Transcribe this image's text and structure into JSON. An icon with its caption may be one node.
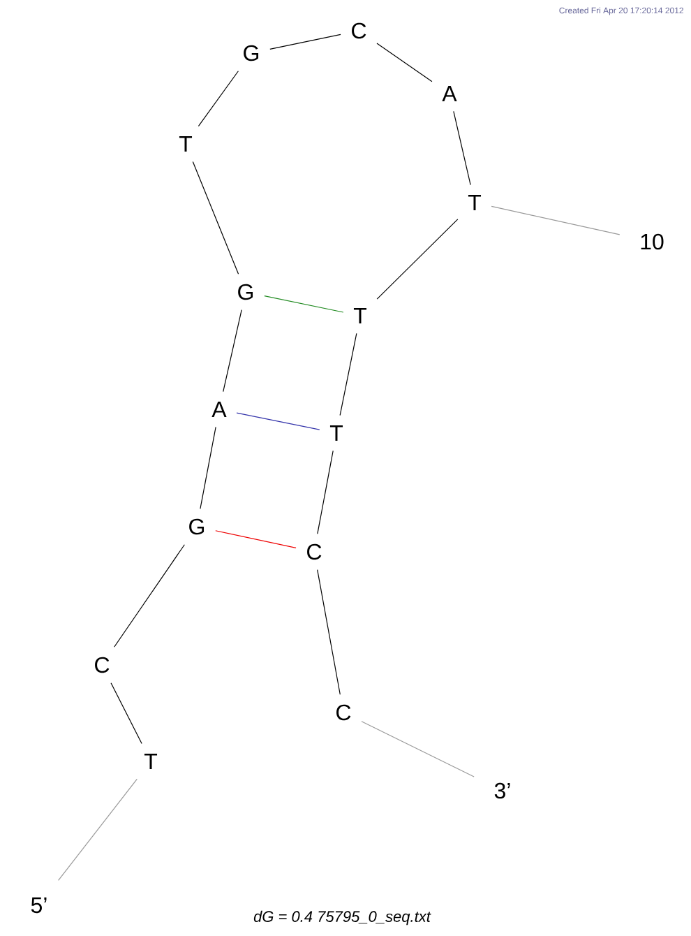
{
  "diagram": {
    "caption": "dG = 0.4 75795_0_seq.txt",
    "nodes": [
      {
        "text": [
          "T"
        ]
      },
      {
        "text": [
          "C"
        ]
      },
      {
        "text": [
          "G"
        ]
      },
      {
        "text": [
          "A"
        ]
      },
      {
        "text": [
          "G"
        ]
      },
      {
        "text": [
          "T"
        ]
      },
      {
        "text": [
          "G"
        ]
      },
      {
        "text": [
          "C"
        ]
      },
      {
        "text": [
          "A"
        ]
      },
      {
        "text": [
          "T"
        ]
      },
      {
        "text": [
          "T"
        ]
      },
      {
        "text": [
          "T"
        ]
      },
      {
        "text": [
          "C"
        ]
      },
      {
        "text": [
          "C"
        ]
      },
      {
        "text": [
          "5’"
        ]
      },
      {
        "text": [
          "3’"
        ]
      },
      {
        "text": [
          "10"
        ]
      }
    ],
    "edges": [
      {
        "from": 0,
        "to": 1,
        "arrow": "none"
      },
      {
        "from": 1,
        "to": 2,
        "arrow": "none"
      },
      {
        "from": 2,
        "to": 3,
        "arrow": "none"
      },
      {
        "from": 3,
        "to": 4,
        "arrow": "none"
      },
      {
        "from": 4,
        "to": 5,
        "arrow": "none"
      },
      {
        "from": 5,
        "to": 6,
        "arrow": "none"
      },
      {
        "from": 6,
        "to": 7,
        "arrow": "none"
      },
      {
        "from": 7,
        "to": 8,
        "arrow": "none"
      },
      {
        "from": 8,
        "to": 9,
        "arrow": "none"
      },
      {
        "from": 9,
        "to": 10,
        "arrow": "none"
      },
      {
        "from": 10,
        "to": 11,
        "arrow": "none"
      },
      {
        "from": 11,
        "to": 12,
        "arrow": "none"
      },
      {
        "from": 12,
        "to": 13,
        "arrow": "none"
      },
      {
        "from": 4,
        "to": 10,
        "arrow": "none",
        "color": "#228b22"
      },
      {
        "from": 3,
        "to": 11,
        "arrow": "none",
        "color": "#3333aa"
      },
      {
        "from": 2,
        "to": 12,
        "arrow": "none",
        "color": "#ee0000"
      },
      {
        "from": 14,
        "to": 0,
        "arrow": "none",
        "color": "#999999"
      },
      {
        "from": 15,
        "to": 13,
        "arrow": "none",
        "color": "#999999"
      },
      {
        "from": 16,
        "to": 9,
        "arrow": "none",
        "color": "#999999"
      }
    ],
    "labels": [
      "Created Fri Apr 20 17:20:14 2012"
    ]
  }
}
